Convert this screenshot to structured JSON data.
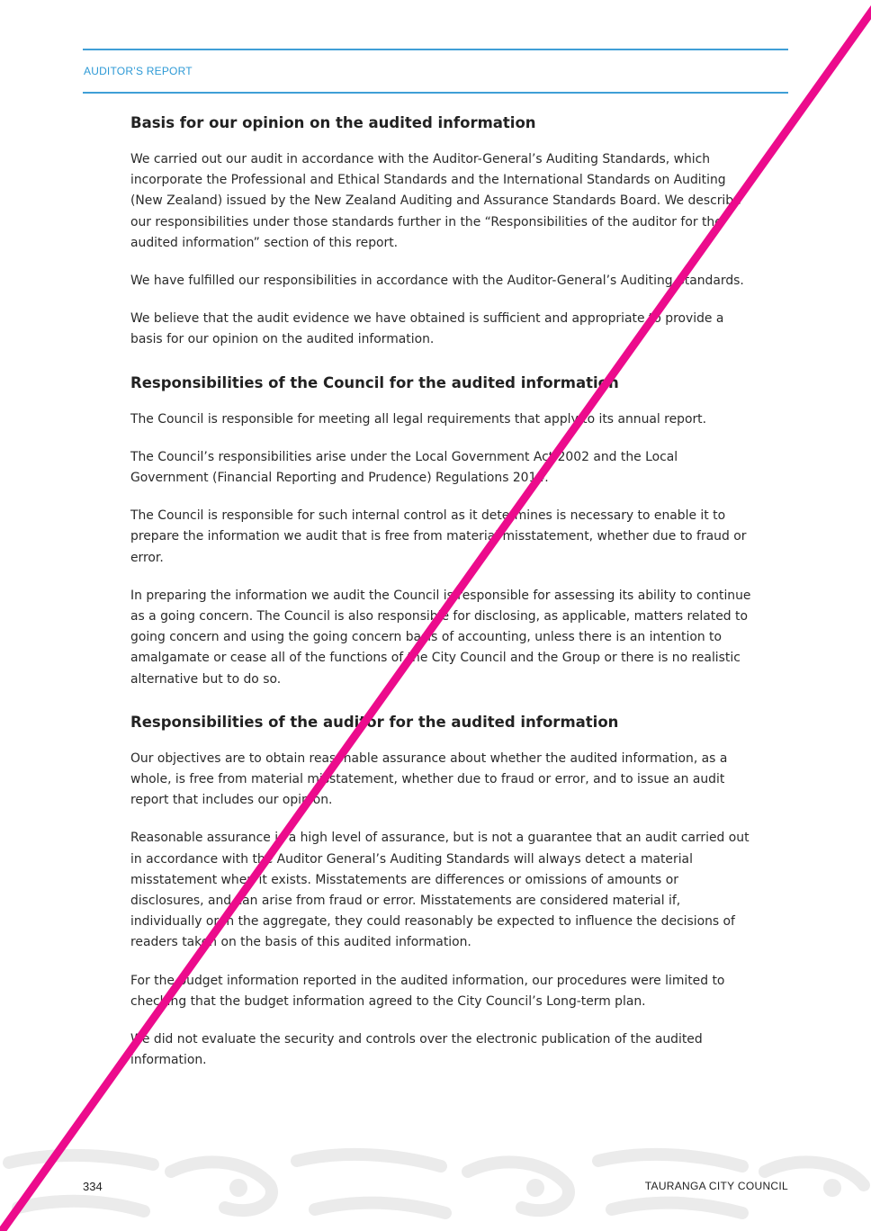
{
  "header": {
    "label": "AUDITOR’S REPORT"
  },
  "sections": [
    {
      "heading": "Basis for our opinion on the audited information",
      "paragraphs": [
        "We carried out our audit in accordance with the Auditor-General’s Auditing Standards, which incorporate the Professional and Ethical Standards and the International Standards on Auditing (New Zealand) issued by the New Zealand Auditing and Assurance Standards Board. We describe our responsibilities under those standards further in the “Responsibilities of the auditor for the audited information” section of this report.",
        "We have fulfilled our responsibilities in accordance with the Auditor-General’s Auditing Standards.",
        "We believe that the audit evidence we have obtained is sufficient and appropriate to provide a basis for our opinion on the audited information."
      ]
    },
    {
      "heading": "Responsibilities of the Council for the audited information",
      "paragraphs": [
        "The Council is responsible for meeting all legal requirements that apply to its annual report.",
        "The Council’s responsibilities arise under the Local Government Act 2002 and the Local Government (Financial Reporting and Prudence) Regulations 2014.",
        "The Council is responsible for such internal control as it determines is necessary to enable it to prepare the information we audit that is free from material misstatement, whether due to fraud or error.",
        "In preparing the information we audit the Council is responsible for assessing its ability to continue as a going concern. The Council is also responsible for disclosing, as applicable, matters related to going concern and using the going concern basis of accounting, unless there is an intention to amalgamate or cease all of the functions of the City Council and the Group or there is no realistic alternative but to do so."
      ]
    },
    {
      "heading": "Responsibilities of the auditor for the audited information",
      "paragraphs": [
        "Our objectives are to obtain reasonable assurance about whether the audited information, as a whole, is free from material misstatement, whether due to fraud or error, and to issue an audit report that includes our opinion.",
        "Reasonable assurance is a high level of assurance, but is not a guarantee that an audit carried out in accordance with the Auditor General’s Auditing Standards will always detect a material misstatement when it exists. Misstatements are differences or omissions of amounts or disclosures, and can arise from fraud or error. Misstatements are considered material if, individually or in the aggregate, they could reasonably be expected to influence the decisions of readers taken on the basis of this audited information.",
        "For the budget information reported in the audited information, our procedures were limited to checking that the budget information agreed to the City Council’s Long-term plan.",
        "We did not evaluate the security and controls over the electronic publication of the audited information."
      ]
    }
  ],
  "footer": {
    "page_number": "334",
    "organisation": "TAURANGA CITY COUNCIL"
  },
  "colors": {
    "accent_blue": "#3f9fd6",
    "slash_magenta": "#ec0b8c",
    "footer_pattern": "#ebebeb"
  }
}
